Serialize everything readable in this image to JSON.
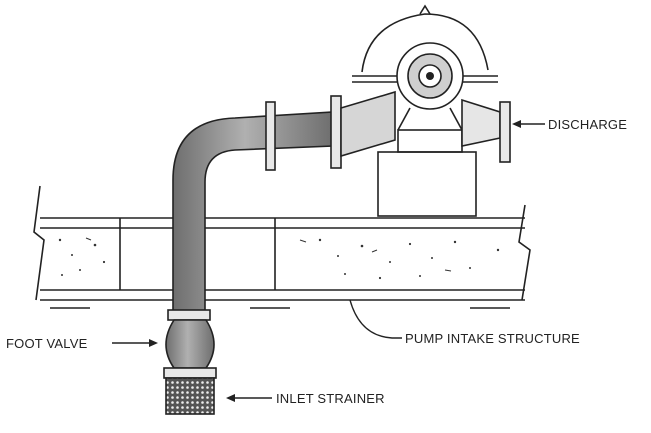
{
  "labels": {
    "discharge": "DISCHARGE",
    "foot_valve": "FOOT VALVE",
    "pump_intake_structure": "PUMP INTAKE STRUCTURE",
    "inlet_strainer": "INLET STRAINER"
  },
  "colors": {
    "ink": "#222222",
    "pipe": "#8a8a8a",
    "pipe_light": "#bdbdbd",
    "concrete": "#ffffff"
  }
}
